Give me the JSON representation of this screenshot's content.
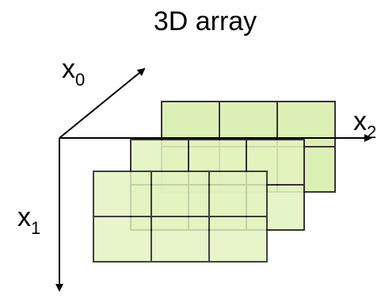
{
  "title": "3D array",
  "axes": {
    "x0": {
      "base": "x",
      "subscript": "0"
    },
    "x1": {
      "base": "x",
      "subscript": "1"
    },
    "x2": {
      "base": "x",
      "subscript": "2"
    }
  },
  "array": {
    "layers": 3,
    "rows": 2,
    "cols": 3
  },
  "colors": {
    "cell_fill": "#e3f4c0",
    "cell_stroke": "#1a1a1a",
    "back_fill": "#d8efac",
    "arrow": "#000000",
    "text": "#000000"
  }
}
